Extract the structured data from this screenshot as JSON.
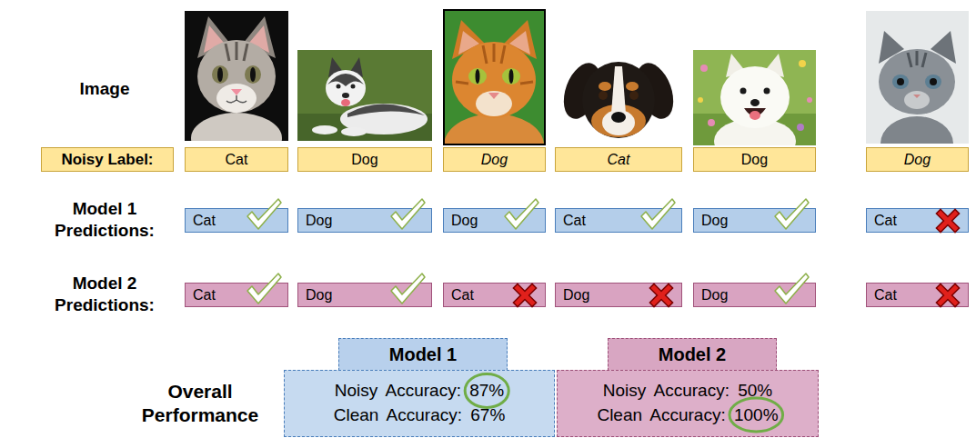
{
  "diagram": {
    "nodes": [
      {
        "text": [
          "Noisy Label:"
        ]
      },
      {
        "text": [
          "Cat"
        ]
      },
      {
        "text": [
          "Dog"
        ]
      },
      {
        "text": [
          "Dog"
        ]
      },
      {
        "text": [
          "Cat"
        ]
      },
      {
        "text": [
          "Dog"
        ]
      },
      {
        "text": [
          "Dog"
        ]
      },
      {
        "text": [
          "Cat"
        ]
      },
      {
        "text": [
          "Dog"
        ]
      },
      {
        "text": [
          "Dog"
        ]
      },
      {
        "text": [
          "Cat"
        ]
      },
      {
        "text": [
          "Dog"
        ]
      },
      {
        "text": [
          "Cat"
        ]
      },
      {
        "text": [
          "Cat"
        ]
      },
      {
        "text": [
          "Dog"
        ]
      },
      {
        "text": [
          "Cat"
        ]
      },
      {
        "text": [
          "Dog"
        ]
      },
      {
        "text": [
          "Dog"
        ]
      },
      {
        "text": [
          "Cat"
        ]
      },
      {
        "text": [
          "Model 1"
        ]
      },
      {
        "text": [
          "Noisy Accuracy: 87%",
          "Clean Accuracy: 67%"
        ]
      },
      {
        "text": [
          "Model 2"
        ]
      },
      {
        "text": [
          "Noisy Accuracy: 50%",
          "Clean Accuracy: 100%"
        ]
      }
    ],
    "labels": [
      "Image",
      "Model 1 Predictions:",
      "Model 2 Predictions:",
      "Overall Performance"
    ]
  }
}
